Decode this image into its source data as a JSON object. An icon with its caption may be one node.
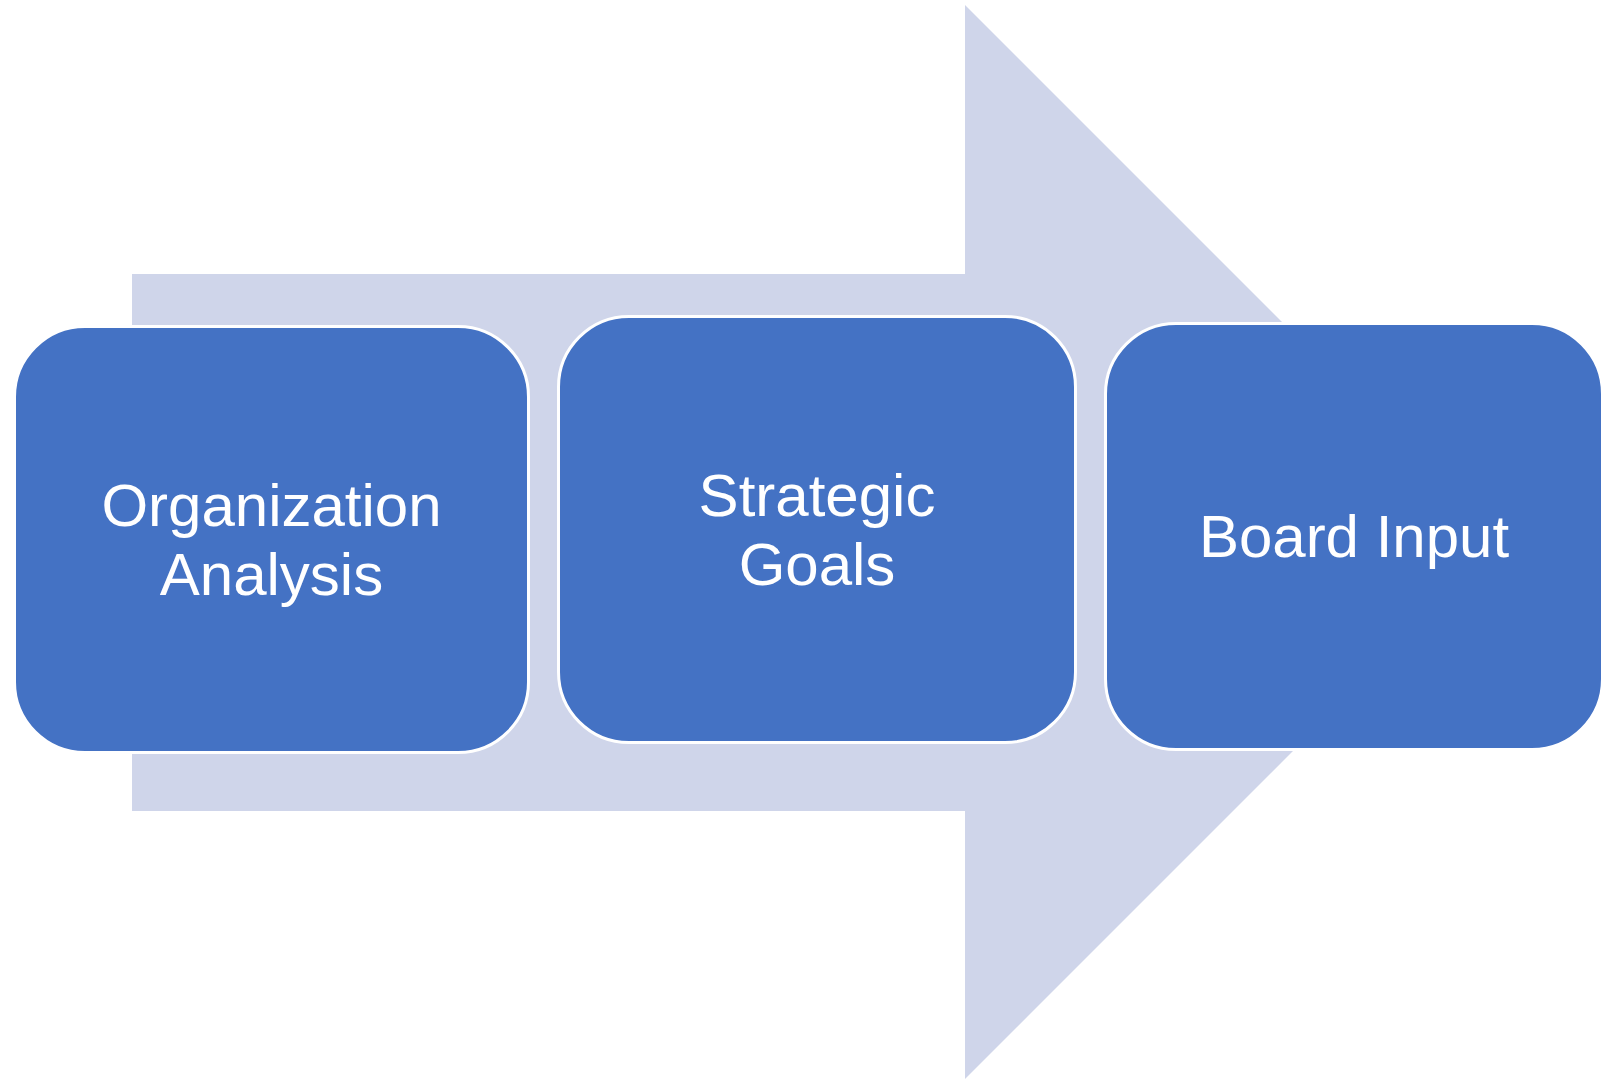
{
  "diagram": {
    "nodes": [
      {
        "text": [
          "Organization Analysis"
        ]
      },
      {
        "text": [
          "Strategic Goals"
        ]
      },
      {
        "text": [
          "Board Input"
        ]
      }
    ],
    "edges": [
      {
        "from": 0,
        "to": 2,
        "arrow": "to"
      }
    ]
  }
}
